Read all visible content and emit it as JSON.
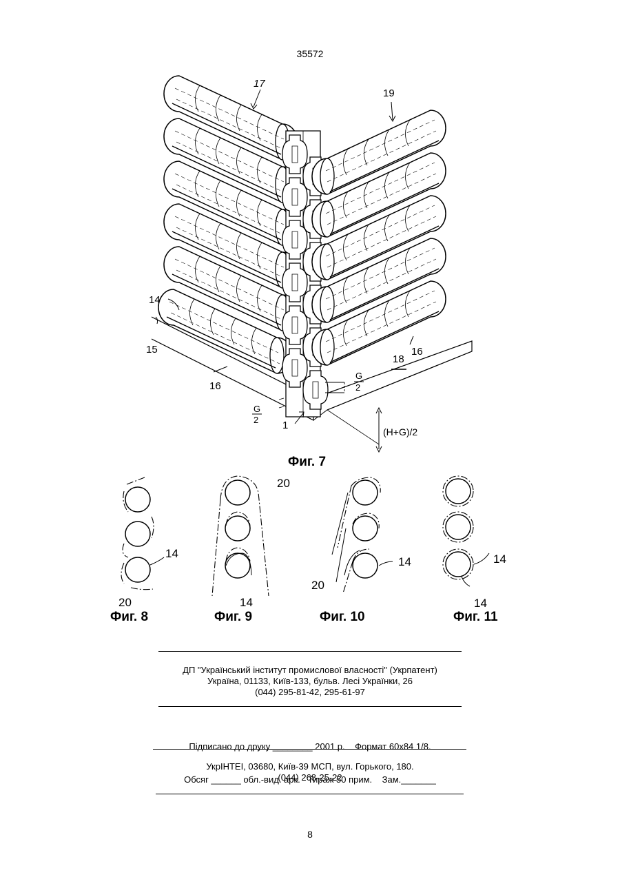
{
  "document_number": "35572",
  "figure7": {
    "caption": "Фиг. 7",
    "labels": {
      "l17": "17",
      "l19": "19",
      "l14": "14",
      "l15": "15",
      "l16a": "16",
      "l16b": "16",
      "l18": "18",
      "l1": "1",
      "g_num": "G",
      "g_den": "2",
      "g2_num": "G",
      "g2_den": "2",
      "dim": "(H+G)/2"
    }
  },
  "figure8": {
    "caption": "Фиг. 8",
    "labels": {
      "a": "14",
      "b": "20"
    }
  },
  "figure9": {
    "caption": "Фиг. 9",
    "labels": {
      "a": "20",
      "b": "14"
    }
  },
  "figure10": {
    "caption": "Фиг. 10",
    "labels": {
      "a": "14",
      "b": "20"
    }
  },
  "figure11": {
    "caption": "Фиг. 11",
    "labels": {
      "a": "14",
      "b": "14"
    }
  },
  "imprint": {
    "publisher_line1": "ДП \"Український інститут промислової власності\" (Укрпатент)",
    "publisher_line2": "Україна, 01133, Київ-133, бульв. Лесі Українки, 26",
    "publisher_line3": "(044) 295-81-42, 295-61-97",
    "print_line1": "Підписано до друку ________ 2001 р.    Формат 60х84 1/8.",
    "print_line2": "Обсяг ______ обл.-вид. арк.   Тираж 50 прим.    Зам._______",
    "printer_line1": "УкрІНТЕІ, 03680, Київ-39 МСП, вул. Горького, 180.",
    "printer_line2": "(044) 268-25-22"
  },
  "page_number": "8"
}
